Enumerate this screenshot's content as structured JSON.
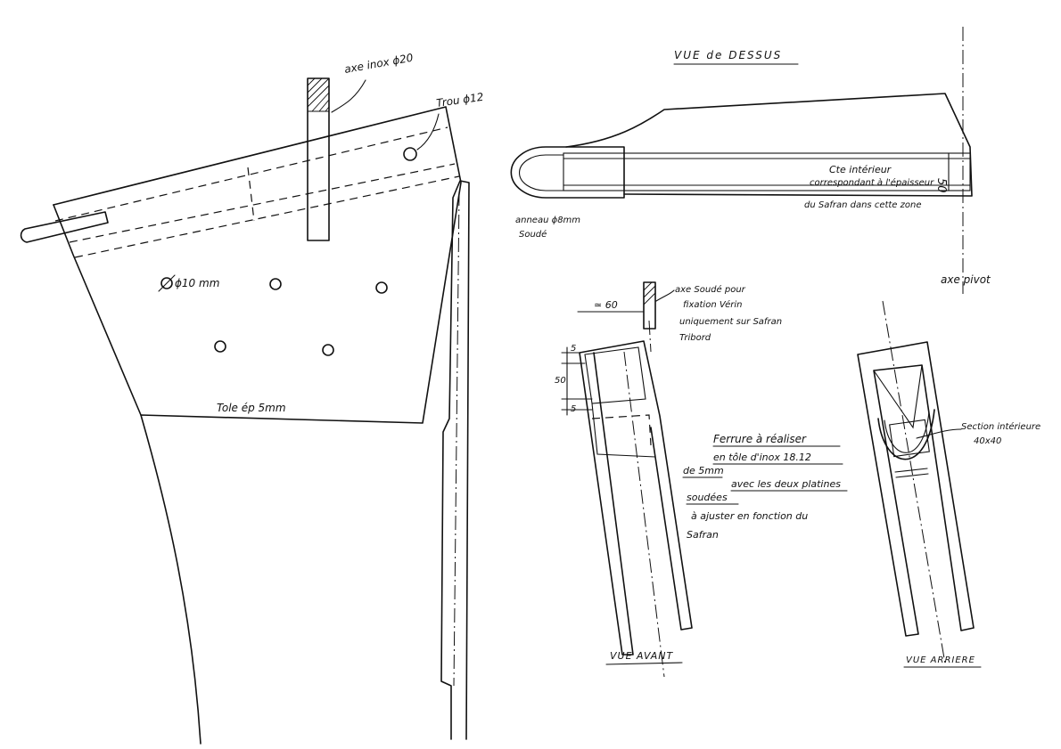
{
  "labels": {
    "axe_inox": "axe inox ϕ20",
    "trou": "Trou ϕ12",
    "diam10": "ϕ10 mm",
    "tole": "Tole ép 5mm",
    "vue_dessus": "VUE de DESSUS",
    "cote_line1": "Cte intérieur",
    "cote_line2": "correspondant à l'épaisseur",
    "cote_line3": "du Safran dans cette zone",
    "dim_50_top": "50",
    "anneau_line1": "anneau ϕ8mm",
    "anneau_line2": "Soudé",
    "axe_pivot": "axe pivot",
    "axe_soude_line1": "axe Soudé pour",
    "axe_soude_line2": "fixation Vérin",
    "axe_soude_line3": "uniquement sur Safran",
    "axe_soude_line4": "Tribord",
    "dim_60": "≃ 60",
    "dim_5a": "5",
    "dim_50": "50",
    "dim_5b": "5",
    "ferrure_line1": "Ferrure à réaliser",
    "ferrure_line2": "en tôle d'inox 18.12",
    "ferrure_line3": "de 5mm",
    "ferrure_line4": "avec les deux platines",
    "ferrure_line5": "soudées",
    "ferrure_line6": "à ajuster en fonction du",
    "ferrure_line7": "Safran",
    "section_line1": "Section intérieure",
    "section_line2": "40x40",
    "vue_avant": "VUE AVANT",
    "vue_arriere": "VUE ARRIERE"
  }
}
